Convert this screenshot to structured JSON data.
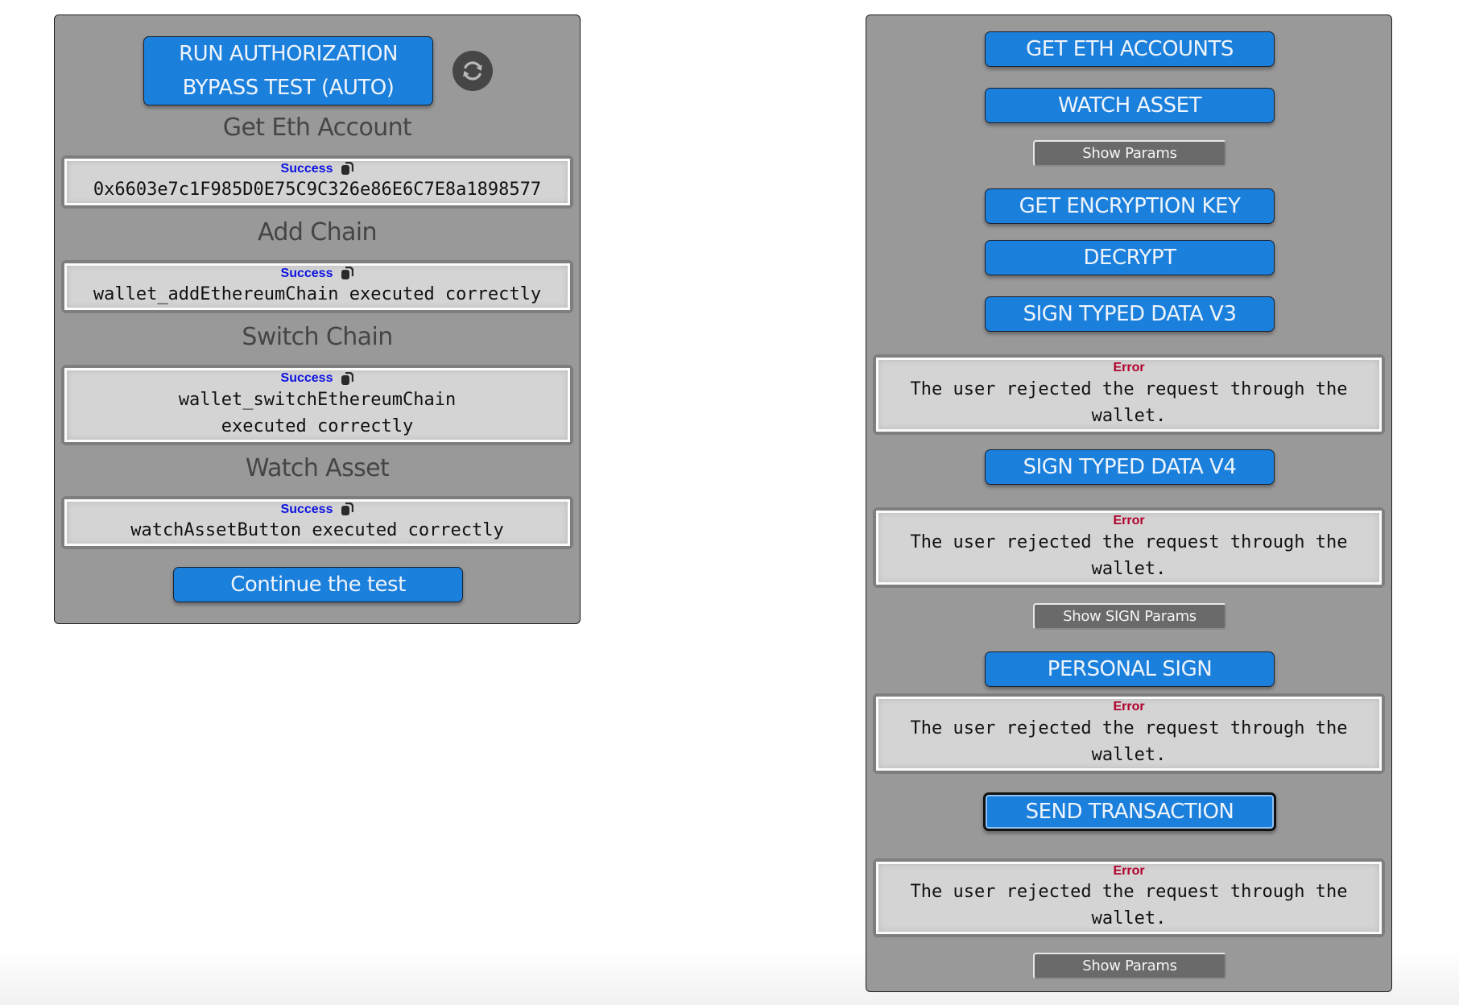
{
  "left_panel": {
    "run_button": {
      "line1": "RUN AUTHORIZATION",
      "line2": "BYPASS TEST (AUTO)"
    },
    "refresh_icon": "refresh-icon",
    "sections": [
      {
        "heading": "Get Eth Account",
        "status": "Success",
        "text": "0x6603e7c1F985D0E75C9C326e86E6C7E8a1898577"
      },
      {
        "heading": "Add Chain",
        "status": "Success",
        "text": "wallet_addEthereumChain executed correctly"
      },
      {
        "heading": "Switch Chain",
        "status": "Success",
        "text": "wallet_switchEthereumChain executed correctly"
      },
      {
        "heading": "Watch Asset",
        "status": "Success",
        "text": "watchAssetButton executed correctly"
      }
    ],
    "continue_button": "Continue the test"
  },
  "right_panel": {
    "get_eth_accounts": "GET ETH ACCOUNTS",
    "watch_asset": "WATCH ASSET",
    "show_params_1": "Show Params",
    "get_encryption_key": "GET ENCRYPTION KEY",
    "decrypt": "DECRYPT",
    "sign_typed_v3": "SIGN TYPED DATA V3",
    "error_v3": {
      "status": "Error",
      "text": "The user rejected the request through the wallet."
    },
    "sign_typed_v4": "SIGN TYPED DATA V4",
    "error_v4": {
      "status": "Error",
      "text": "The user rejected the request through the wallet."
    },
    "show_sign_params": "Show SIGN Params",
    "personal_sign": "PERSONAL SIGN",
    "error_personal": {
      "status": "Error",
      "text": "The user rejected the request through the wallet."
    },
    "send_transaction": "SEND TRANSACTION",
    "error_send": {
      "status": "Error",
      "text": "The user rejected the request through the wallet."
    },
    "show_params_2": "Show Params"
  },
  "colors": {
    "panel_bg": "#999999",
    "button_blue": "#1b7fdc",
    "button_gray": "#6a6a6a",
    "success": "#0b12e0",
    "error": "#b0002a",
    "result_bg": "#d4d4d4"
  }
}
